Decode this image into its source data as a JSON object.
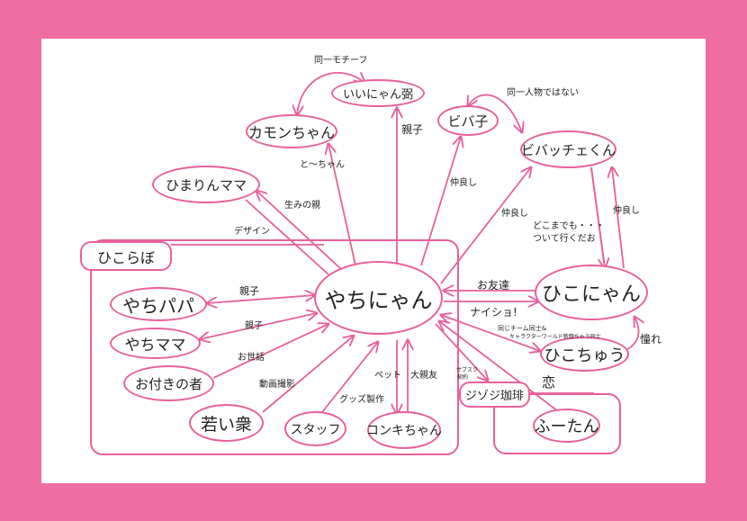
{
  "nodes": {
    "yachinyan": "やちにゃん",
    "iinyan": "いいにゃん弼",
    "kamon": "カモンちゃん",
    "bibako": "ビバ子",
    "bibacche": "ビバッチェくん",
    "himarin": "ひまりんママ",
    "hikolab": "ひこらぼ",
    "hikonyan": "ひこにゃん",
    "yachipapa": "やちパパ",
    "yachimama": "やちママ",
    "otsuki": "お付きの者",
    "wakaishu": "若い衆",
    "staff": "スタッフ",
    "konki": "コンキちゃん",
    "hikochu": "ひこちゅう",
    "jizoji": "ジゾジ珈琲",
    "futan": "ふーたん"
  },
  "edge_labels": {
    "same_motif": "同一モチーフ",
    "not_same_person": "同一人物ではない",
    "tochan": "と〜ちゃん",
    "oyako_iinyan": "親子",
    "nakayoshi_bibako": "仲良し",
    "nakayoshi_bibacche": "仲良し",
    "nakayoshi_hikonyan": "仲良し",
    "follow_anywhere_1": "どこまでも・・・",
    "follow_anywhere_2": "ついて行くだお",
    "umi_no_oya": "生みの親",
    "design": "デザイン",
    "otomodachi": "お友達",
    "naisho": "ナイショ!",
    "same_team_1": "同じチーム同士&",
    "same_team_2": "キャラクターワールド新顔ちゃう同士",
    "akogare": "憧れ",
    "koi": "恋",
    "subscription_1": "サブスク",
    "subscription_2": "契約",
    "oyako_papa": "親子",
    "oyako_mama": "親子",
    "osewa": "お世話",
    "douga": "動画撮影",
    "goods": "グッズ製作",
    "pet": "ペット",
    "shinyu": "大親友"
  },
  "colors": {
    "background": "#ee6ea3",
    "line": "#e8609c"
  }
}
